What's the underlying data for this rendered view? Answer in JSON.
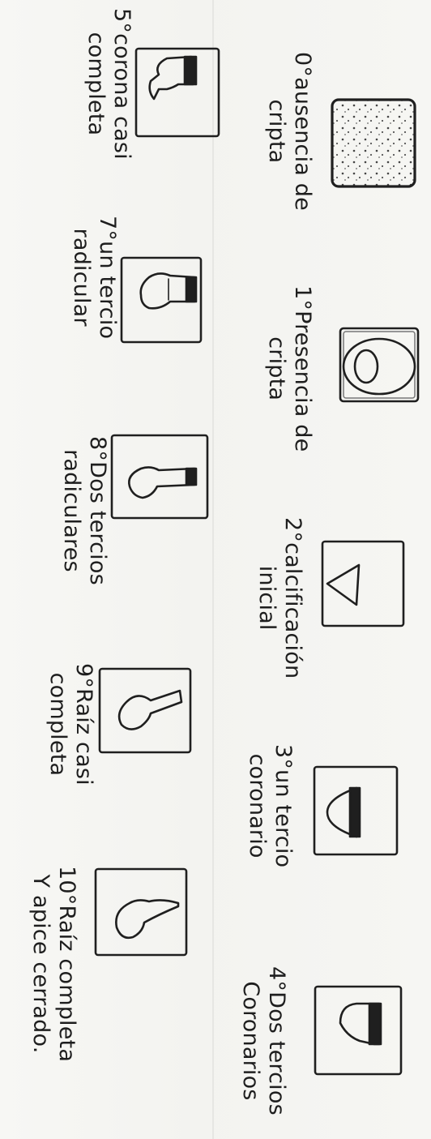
{
  "stages": [
    {
      "number_label": "0°",
      "line1": "0°ausencia de",
      "line2": "cripta"
    },
    {
      "number_label": "1°",
      "line1": "1°Presencia de",
      "line2": "cripta"
    },
    {
      "number_label": "2°",
      "line1": "2°calcificación",
      "line2": "inicial"
    },
    {
      "number_label": "3°",
      "line1": "3°un tercio",
      "line2": "coronario"
    },
    {
      "number_label": "4°",
      "line1": "4°Dos tercios",
      "line2": "Coronarios"
    },
    {
      "number_label": "5°",
      "line1": "5°corona casi",
      "line2": "completa"
    },
    {
      "number_label": "7°",
      "line1": "7°un tercio",
      "line2": "radicular"
    },
    {
      "number_label": "8°",
      "line1": "8°Dos tercios",
      "line2": "radiculares"
    },
    {
      "number_label": "9°",
      "line1": "9°Raíz casi",
      "line2": "completa"
    },
    {
      "number_label": "10°",
      "line1": "10°Raíz completa",
      "line2": "Y apice cerrado."
    }
  ],
  "ink_color": "#1f1f1f",
  "paper_color": "#f5f5f2"
}
